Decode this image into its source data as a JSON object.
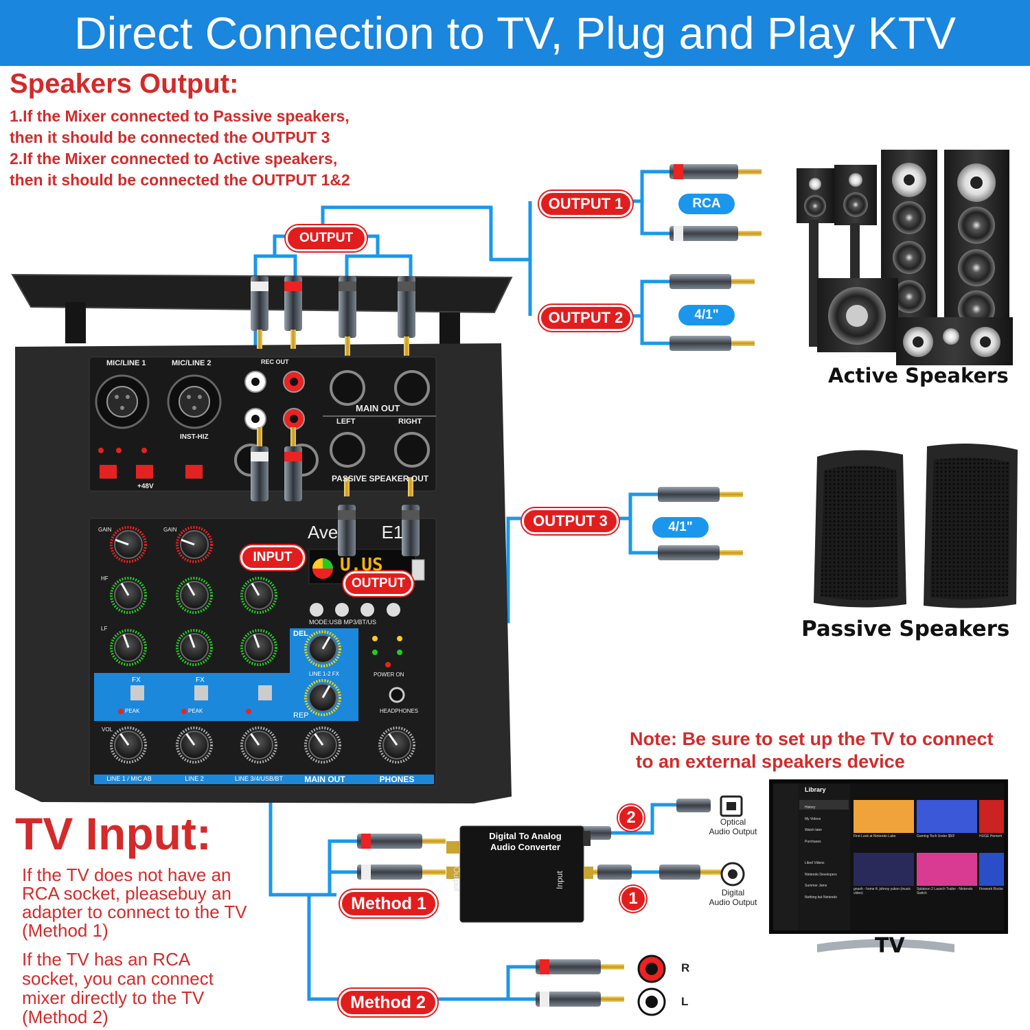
{
  "banner": {
    "title": "Direct Connection to TV, Plug and Play KTV"
  },
  "speakers_output": {
    "title": "Speakers Output:",
    "lines": [
      "1.If the Mixer connected to Passive speakers,",
      "then it should be connected the OUTPUT 3",
      "2.If the Mixer connected to Active speakers,",
      "then it should be connected the OUTPUT 1&2"
    ]
  },
  "labels": {
    "output_top": "OUTPUT",
    "output_1": "OUTPUT 1",
    "output_2": "OUTPUT 2",
    "output_3": "OUTPUT 3",
    "input": "INPUT",
    "output_mid": "OUTPUT",
    "rca": "RCA",
    "quarter_1": "4/1\"",
    "quarter_2": "4/1\"",
    "method_1": "Method 1",
    "method_2": "Method 2"
  },
  "captions": {
    "active": "Active Speakers",
    "passive": "Passive Speakers",
    "tv": "TV"
  },
  "note": {
    "line1": "Note: Be sure to set up the TV to connect",
    "line2": "to an external speakers device"
  },
  "tv_input": {
    "title": "TV Input:",
    "para1": [
      "If the TV does not have an",
      "RCA socket, pleasebuy an",
      "adapter to connect to the TV",
      "(Method 1)"
    ],
    "para2": [
      "If the TV has an RCA",
      "socket, you can connect",
      "mixer directly to the TV",
      "(Method 2)"
    ]
  },
  "converter": {
    "title1": "Digital To Analog",
    "title2": "Audio Converter",
    "side_left": "Output",
    "side_right": "Input"
  },
  "ports": {
    "optical": [
      "Optical",
      "Audio Output"
    ],
    "digital": [
      "Digital",
      "Audio Output"
    ],
    "r": "R",
    "l": "L",
    "num1": "1",
    "num2": "2"
  },
  "mixer": {
    "brand": "Ave",
    "brand_suffix": "E1",
    "mic1": "MIC/LINE 1",
    "mic2": "MIC/LINE 2",
    "rec_out": "REC OUT",
    "main_out": "MAIN OUT",
    "left": "LEFT",
    "right": "RIGHT",
    "passive_speak": "PASSIVE SPEAKER OUT",
    "inst_hiz": "INST-HIZ",
    "p48": "+48V",
    "gain": "GAIN",
    "hf": "HF",
    "lf": "LF",
    "fx": "FX",
    "peak": "PEAK",
    "vol": "VOL",
    "del": "DEL",
    "rep": "REP",
    "line_fx": "LINE 1-2 FX",
    "power_on": "POWER ON",
    "headphones": "HEADPHONES",
    "mode": "MODE:USB MP3/BT/US",
    "display": "U.US",
    "ch_labels": [
      "LINE 1 / MIC AB",
      "LINE 2",
      "LINE 3/4/USB/BT",
      "MAIN OUT",
      "PHONES"
    ]
  },
  "tv_screen": {
    "header": "Library",
    "menu": [
      "History",
      "My Videos",
      "Watch later",
      "Purchases",
      "Liked Videos",
      "Nintendo Developers",
      "Summer Jams",
      "Nothing but Nintendo"
    ],
    "thumbs": [
      "First Look at Nintendo Labo",
      "Gaming Tech Under $50!",
      "HUGE Homem",
      "gnash - home ft. johnny yukon (music video)",
      "Splatoon 2 Launch Trailer - Nintendo Switch",
      "Firework Rocke"
    ]
  },
  "colors": {
    "accent_blue": "#1a86dd",
    "wire_blue": "#1a97ec",
    "label_red": "#e21d1d",
    "text_red": "#d42a2a"
  }
}
